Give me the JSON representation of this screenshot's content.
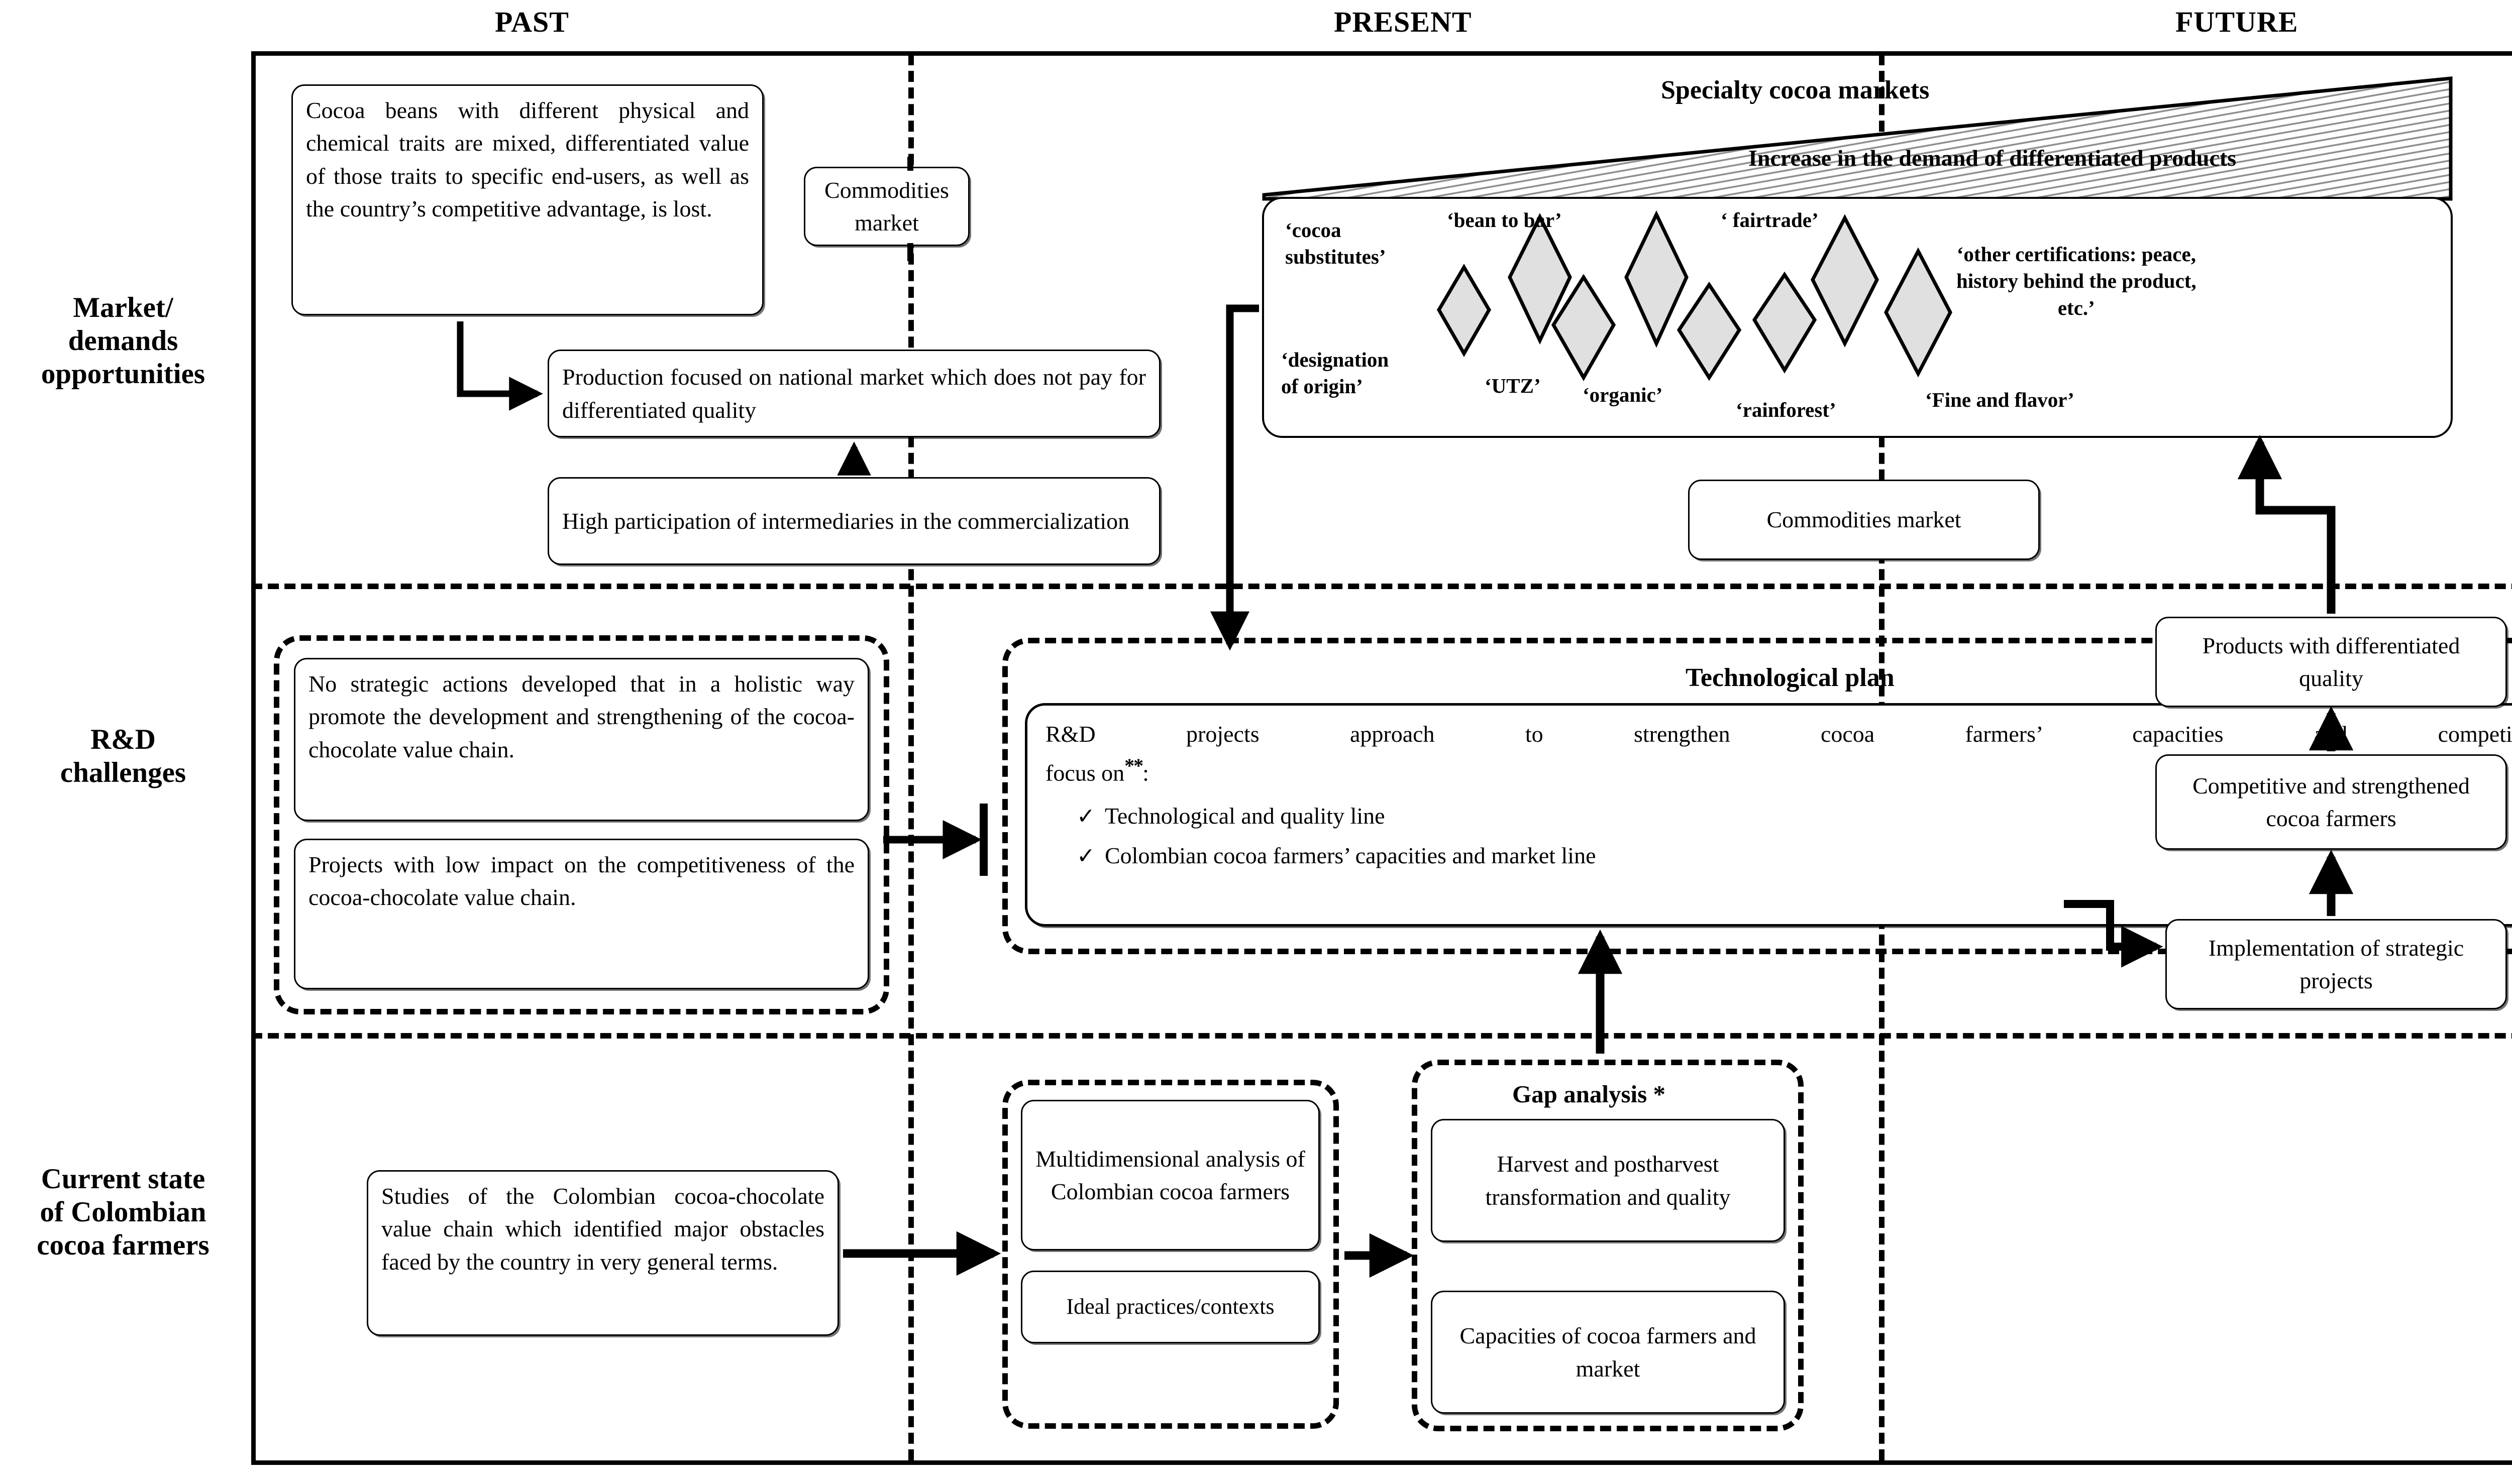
{
  "columns": [
    {
      "id": "past",
      "label": "PAST"
    },
    {
      "id": "present",
      "label": "PRESENT"
    },
    {
      "id": "future",
      "label": "FUTURE"
    }
  ],
  "rows": [
    {
      "id": "market",
      "label": "Market/\ndemands\nopportunities"
    },
    {
      "id": "rnd",
      "label": "R&D\nchallenges"
    },
    {
      "id": "current",
      "label": "Current state\nof Colombian\ncocoa farmers"
    }
  ],
  "market_row": {
    "past": {
      "beans_box": "Cocoa beans with different physical and chemical traits are mixed, differentiated value of those traits to specific end-users, as well as the country’s competitive advantage, is lost.",
      "commodities_box": "Commodities market",
      "production_box": "Production focused on national market which does not pay for differentiated quality",
      "intermediaries_box": "High participation of intermediaries in the commercialization"
    },
    "present": {
      "specialty_title": "Specialty cocoa markets",
      "specialty_subtitle": "Increase in the demand of differentiated products",
      "commodities_box": "Commodities  market",
      "certifications": [
        {
          "id": "cocoa-substitutes",
          "label": "‘cocoa\nsubstitutes’"
        },
        {
          "id": "bean-to-bar",
          "label": "‘bean to bar’"
        },
        {
          "id": "fairtrade",
          "label": "‘ fairtrade’"
        },
        {
          "id": "other-certifications",
          "label": "‘other certifications: peace,\nhistory behind the product,\netc.’"
        },
        {
          "id": "designation-of-origin",
          "label": "‘designation\nof origin’"
        },
        {
          "id": "utz",
          "label": "‘UTZ’"
        },
        {
          "id": "organic",
          "label": "‘organic’"
        },
        {
          "id": "rainforest",
          "label": "‘rainforest’"
        },
        {
          "id": "fine-and-flavor",
          "label": "‘Fine and flavor’"
        }
      ]
    }
  },
  "rnd_row": {
    "past": {
      "no_strategic_actions": "No strategic actions developed that in a holistic way promote the development and strengthening of the cocoa-chocolate value chain.",
      "low_impact_projects": "Projects with low impact on the competitiveness of the cocoa-chocolate value chain."
    },
    "present": {
      "plan_title": "Technological plan",
      "plan_intro_a": "R&D projects approach to strengthen cocoa farmers’ capacities and competitiveness",
      "plan_intro_b": "focus on",
      "plan_intro_mark": "**",
      "plan_intro_colon": ":",
      "plan_bullets": [
        "Technological and quality line",
        "Colombian cocoa farmers’ capacities and market line"
      ],
      "check_glyph": "✓"
    },
    "future": {
      "products_box": "Products with differentiated quality",
      "competitive_box": "Competitive and strengthened cocoa farmers",
      "implementation_box": "Implementation of strategic projects"
    }
  },
  "current_row": {
    "past": {
      "studies_box": "Studies of the Colombian cocoa-chocolate value chain which identified major obstacles faced by the country in very general terms."
    },
    "present": {
      "multidimensional_box": "Multidimensional analysis of Colombian cocoa farmers",
      "ideal_practices_box": "Ideal practices/contexts",
      "gap_title": "Gap analysis *",
      "harvest_box": "Harvest and postharvest transformation and quality",
      "capacities_box": "Capacities of cocoa farmers and market"
    }
  },
  "style": {
    "ink": "#000000",
    "paper": "#ffffff",
    "diamond_fill": "#e0e0e0",
    "hatch_fill": "#d9d9d9"
  }
}
